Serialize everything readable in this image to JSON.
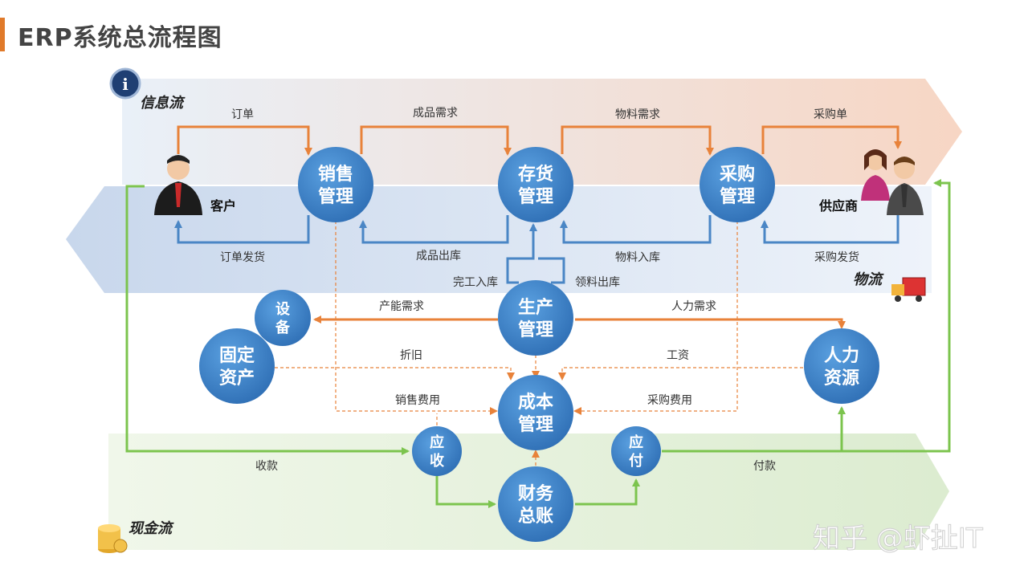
{
  "page": {
    "title": "ERP系统总流程图"
  },
  "lanes": {
    "info": "信息流",
    "logistics": "物流",
    "cash": "现金流"
  },
  "parties": {
    "customer": "客户",
    "supplier": "供应商"
  },
  "nodes": {
    "sales": [
      "销售",
      "管理"
    ],
    "inventory": [
      "存货",
      "管理"
    ],
    "purchase": [
      "采购",
      "管理"
    ],
    "production": [
      "生产",
      "管理"
    ],
    "equipment": [
      "设",
      "备"
    ],
    "fixed_assets": [
      "固定",
      "资产"
    ],
    "hr": [
      "人力",
      "资源"
    ],
    "cost": [
      "成本",
      "管理"
    ],
    "receivable": [
      "应",
      "收"
    ],
    "payable": [
      "应",
      "付"
    ],
    "ledger": [
      "财务",
      "总账"
    ]
  },
  "labels": {
    "order": "订单",
    "product_demand": "成品需求",
    "material_demand": "物料需求",
    "purchase_order": "采购单",
    "order_delivery": "订单发货",
    "product_out": "成品出库",
    "material_in": "物料入库",
    "purchase_delivery": "采购发货",
    "finished_in": "完工入库",
    "material_out": "领料出库",
    "capacity_demand": "产能需求",
    "hr_demand": "人力需求",
    "depreciation": "折旧",
    "wages": "工资",
    "sales_cost": "销售费用",
    "purchase_cost": "采购费用",
    "collection": "收款",
    "payment": "付款"
  },
  "watermark": "知乎 @虾扯IT",
  "colors": {
    "node": "#3a80c8",
    "orange": "#e8823a",
    "blue": "#4a86c5",
    "green": "#7cc44e",
    "dashed": "#e8823a"
  }
}
